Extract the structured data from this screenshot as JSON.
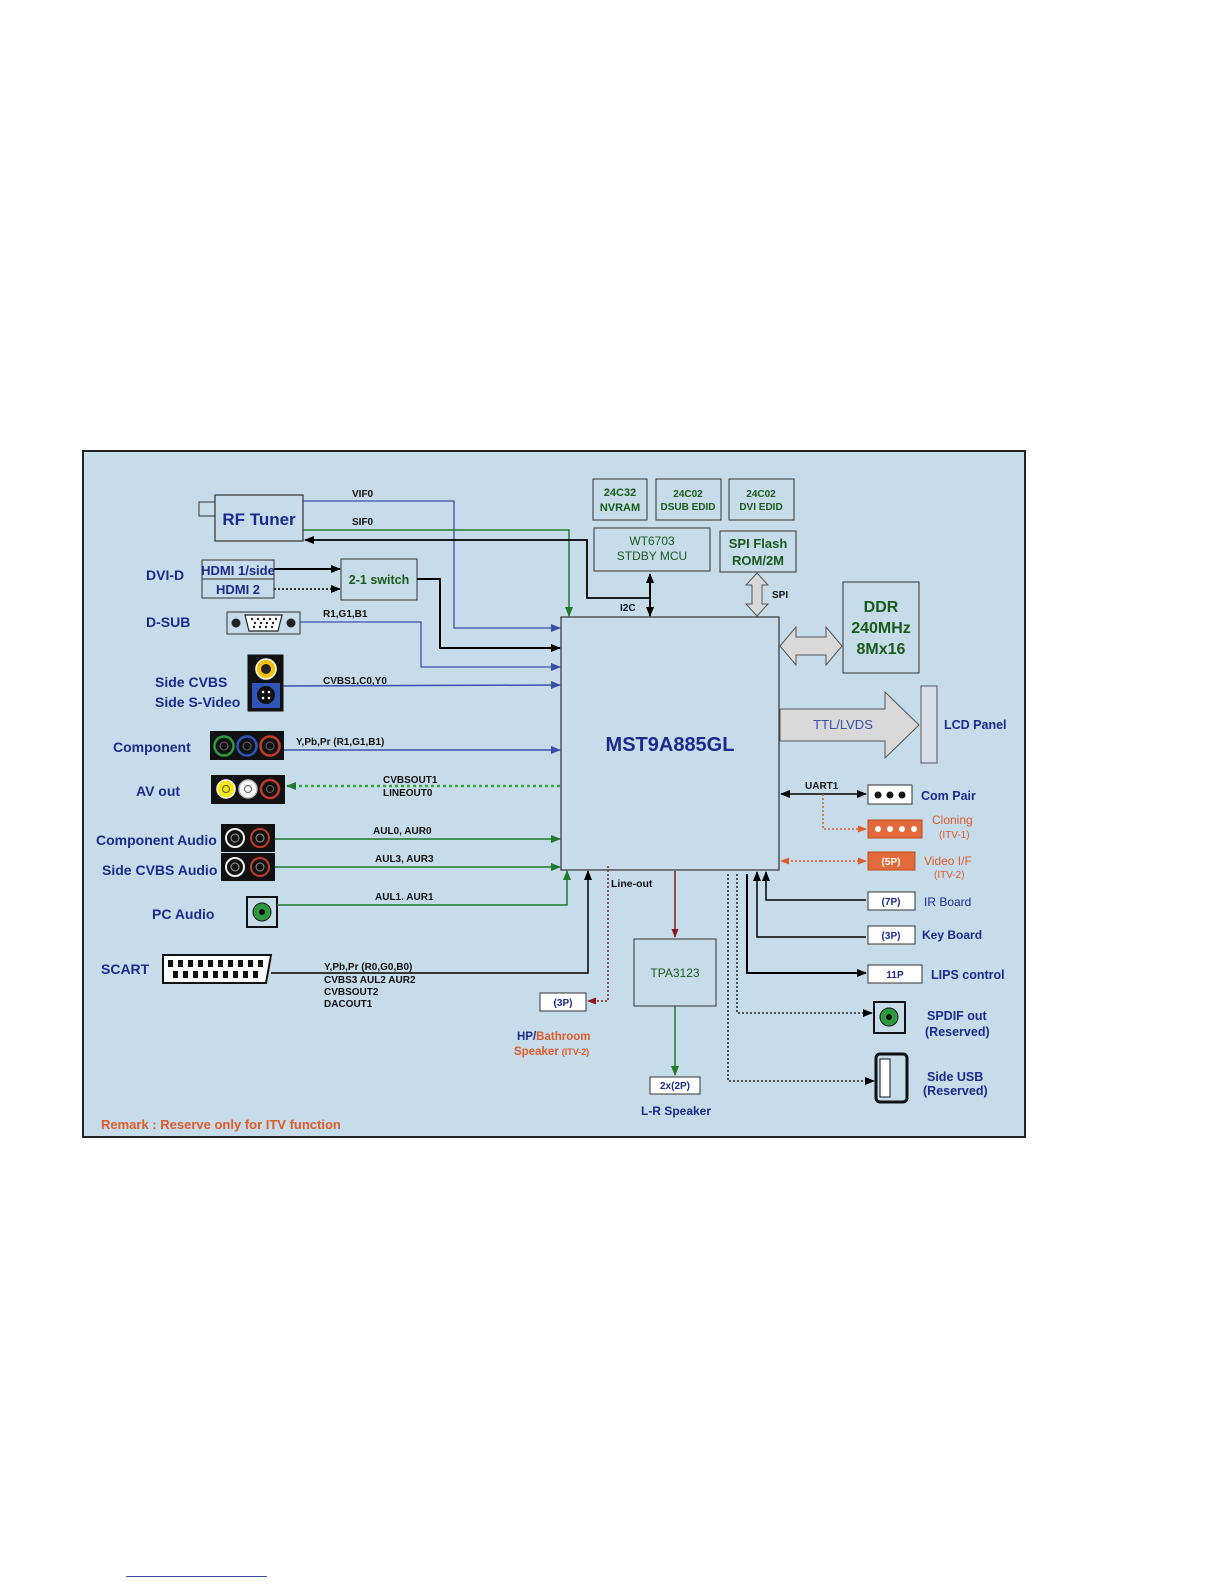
{
  "colors": {
    "panel_bg": "#c7dcea",
    "dark_blue": "#1b2a8c",
    "box_green_text": "#1a5a1a",
    "signal_blue": "#3b4ea8",
    "signal_green": "#1f7a2a",
    "signal_black": "#000000",
    "itv_orange": "#e05a2a",
    "dark_red": "#8b1a1a"
  },
  "tuner": {
    "label": "RF Tuner",
    "vif": "VIF0",
    "sif": "SIF0"
  },
  "hdmi": {
    "dvi_label": "DVI-D",
    "hdmi1": "HDMI 1/side",
    "hdmi2": "HDMI 2",
    "switch": "2-1 switch"
  },
  "dsub": {
    "label": "D-SUB",
    "signal": "R1,G1,B1"
  },
  "side_video": {
    "cvbs": "Side CVBS",
    "svideo": "Side S-Video",
    "signal": "CVBS1,C0,Y0"
  },
  "component": {
    "label": "Component",
    "signal": "Y,Pb,Pr (R1,G1,B1)"
  },
  "av_out": {
    "label": "AV out",
    "signal1": "CVBSOUT1",
    "signal2": "LINEOUT0"
  },
  "audio": {
    "component_audio": "Component Audio",
    "side_cvbs_audio": "Side CVBS Audio",
    "pc_audio": "PC Audio",
    "sig_comp": "AUL0, AUR0",
    "sig_side": "AUL3, AUR3",
    "sig_pc": "AUL1. AUR1"
  },
  "scart": {
    "label": "SCART",
    "signal1": "Y,Pb,Pr (R0,G0,B0)",
    "signal2": "CVBS3 AUL2 AUR2",
    "signal3": "CVBSOUT2",
    "signal4": "DACOUT1"
  },
  "memory": {
    "nvram_line1": "24C32",
    "nvram_line2": "NVRAM",
    "dsub_edid_line1": "24C02",
    "dsub_edid_line2": "DSUB EDID",
    "dvi_edid_line1": "24C02",
    "dvi_edid_line2": "DVI EDID",
    "mcu_line1": "WT6703",
    "mcu_line2": "STDBY MCU",
    "flash_line1": "SPI Flash",
    "flash_line2": "ROM/2M",
    "i2c": "I2C",
    "spi": "SPI"
  },
  "ddr": {
    "line1": "DDR",
    "line2": "240MHz",
    "line3": "8Mx16"
  },
  "main_chip": {
    "label": "MST9A885GL"
  },
  "lcd": {
    "ttl": "TTL/LVDS",
    "panel": "LCD Panel"
  },
  "right_side": {
    "uart": "UART1",
    "com_pair": "Com Pair",
    "cloning": "Cloning",
    "cloning_sub": "(ITV-1)",
    "video_if_conn": "(5P)",
    "video_if": "Video I/F",
    "video_if_sub": "(ITV-2)",
    "ir_conn": "(7P)",
    "ir": "IR Board",
    "key_conn": "(3P)",
    "key": "Key Board",
    "lips_conn": "11P",
    "lips": "LIPS control",
    "spdif_line1": "SPDIF out",
    "spdif_line2": "(Reserved)",
    "usb_line1": "Side USB",
    "usb_line2": "(Reserved)"
  },
  "audio_out": {
    "lineout": "Line-out",
    "hp_conn": "(3P)",
    "hp_label_a": "HP/",
    "hp_label_b": "Bathroom",
    "hp_label_c": "Speaker",
    "hp_label_d": "(ITV-2)",
    "amp": "TPA3123",
    "spk_conn": "2x(2P)",
    "spk_label": "L-R Speaker"
  },
  "remark": "Remark : Reserve only for ITV function"
}
